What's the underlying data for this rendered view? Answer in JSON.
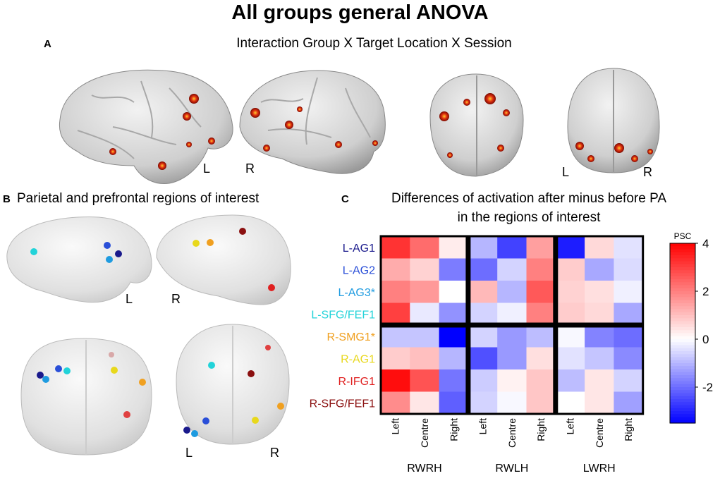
{
  "figure": {
    "title": "All groups general ANOVA",
    "panel_a": {
      "letter": "A",
      "title": "Interaction Group X Target Location X Session",
      "hemisphere_labels": [
        "L",
        "R",
        "L",
        "R"
      ]
    },
    "panel_b": {
      "letter": "B",
      "title": "Parietal and prefrontal regions of interest",
      "hemisphere_labels": [
        "L",
        "R",
        "L",
        "R"
      ]
    },
    "panel_c": {
      "letter": "C",
      "title_line1": "Differences of activation after minus before PA",
      "title_line2": "in the regions of interest"
    },
    "colors": {
      "roi": {
        "L-AG1": "#1a1a8c",
        "L-AG2": "#2a4fd8",
        "L-AG3*": "#1e9be0",
        "L-SFG/FEF1": "#22d3d9",
        "R-SMG1*": "#f0a020",
        "R-AG1": "#e8d81c",
        "R-IFG1": "#e02020",
        "R-SFG/FEF1": "#8b1010"
      },
      "blob": "#d42a10"
    }
  },
  "chart_data": {
    "type": "heatmap",
    "rows": [
      "L-AG1",
      "L-AG2",
      "L-AG3*",
      "L-SFG/FEF1",
      "R-SMG1*",
      "R-AG1",
      "R-IFG1",
      "R-SFG/FEF1"
    ],
    "groups": [
      "RWRH",
      "RWLH",
      "LWRH"
    ],
    "columns": [
      "Left",
      "Centre",
      "Right"
    ],
    "values": [
      [
        3.2,
        2.3,
        0.3,
        -1.0,
        -2.6,
        1.5,
        -3.1,
        0.6,
        -0.4
      ],
      [
        1.3,
        0.7,
        -1.8,
        -2.0,
        -0.6,
        2.0,
        0.8,
        -1.2,
        -0.5
      ],
      [
        2.0,
        1.6,
        0.0,
        1.1,
        -1.0,
        2.6,
        0.7,
        0.5,
        -0.2
      ],
      [
        3.0,
        -0.3,
        -1.5,
        -0.6,
        -0.2,
        2.0,
        0.8,
        0.6,
        -1.2
      ],
      [
        -0.8,
        -0.8,
        -3.6,
        -0.6,
        -1.4,
        -0.9,
        -0.1,
        -1.7,
        -2.0
      ],
      [
        0.8,
        1.0,
        -1.0,
        -2.4,
        -1.4,
        0.5,
        -0.4,
        -0.8,
        -1.6
      ],
      [
        3.8,
        2.7,
        -1.9,
        -0.7,
        0.2,
        0.9,
        -0.9,
        0.4,
        -0.6
      ],
      [
        1.8,
        0.4,
        -2.2,
        -0.6,
        -0.1,
        0.9,
        0.0,
        0.4,
        -1.3
      ]
    ],
    "colorbar": {
      "label": "PSC",
      "range": [
        -3.5,
        4
      ],
      "ticks": [
        4,
        2,
        0,
        -2
      ]
    }
  }
}
